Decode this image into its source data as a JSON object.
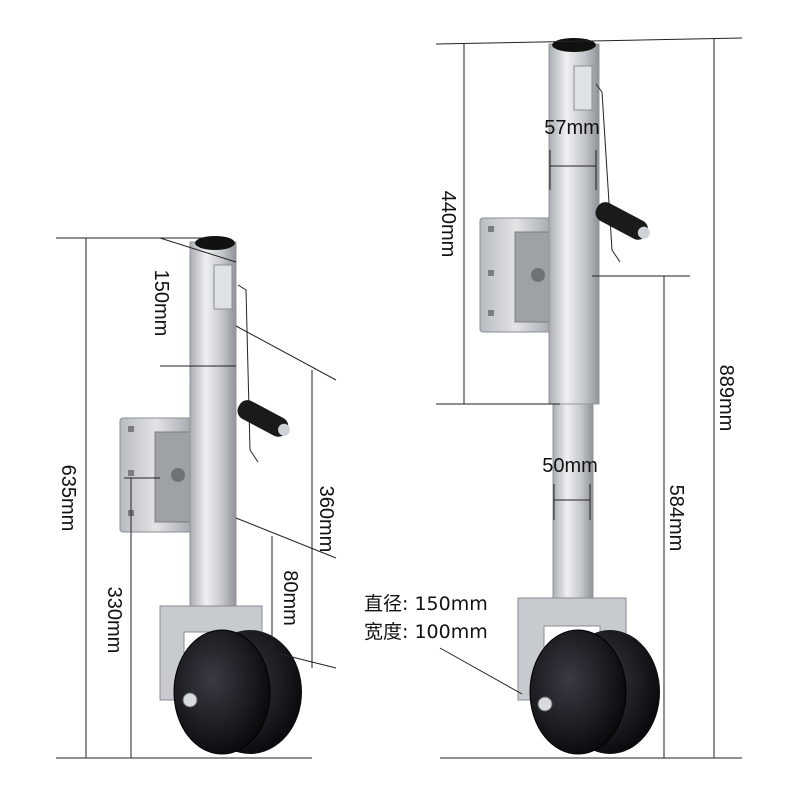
{
  "left_jack": {
    "height_total": "635mm",
    "height_wheel_axle": "330mm",
    "dim_top_offset": "150mm",
    "dim_stroke": "360mm",
    "dim_lower": "80mm"
  },
  "right_jack": {
    "height_total": "889mm",
    "height_upper": "440mm",
    "height_lower": "584mm",
    "tube_outer": "57mm",
    "tube_inner": "50mm",
    "wheel_diameter": "直径: 150mm",
    "wheel_width": "宽度: 100mm"
  },
  "colors": {
    "metal": "#c9ccd0",
    "wheel": "#101014",
    "handle": "#1a1a1a",
    "line": "#222222"
  }
}
